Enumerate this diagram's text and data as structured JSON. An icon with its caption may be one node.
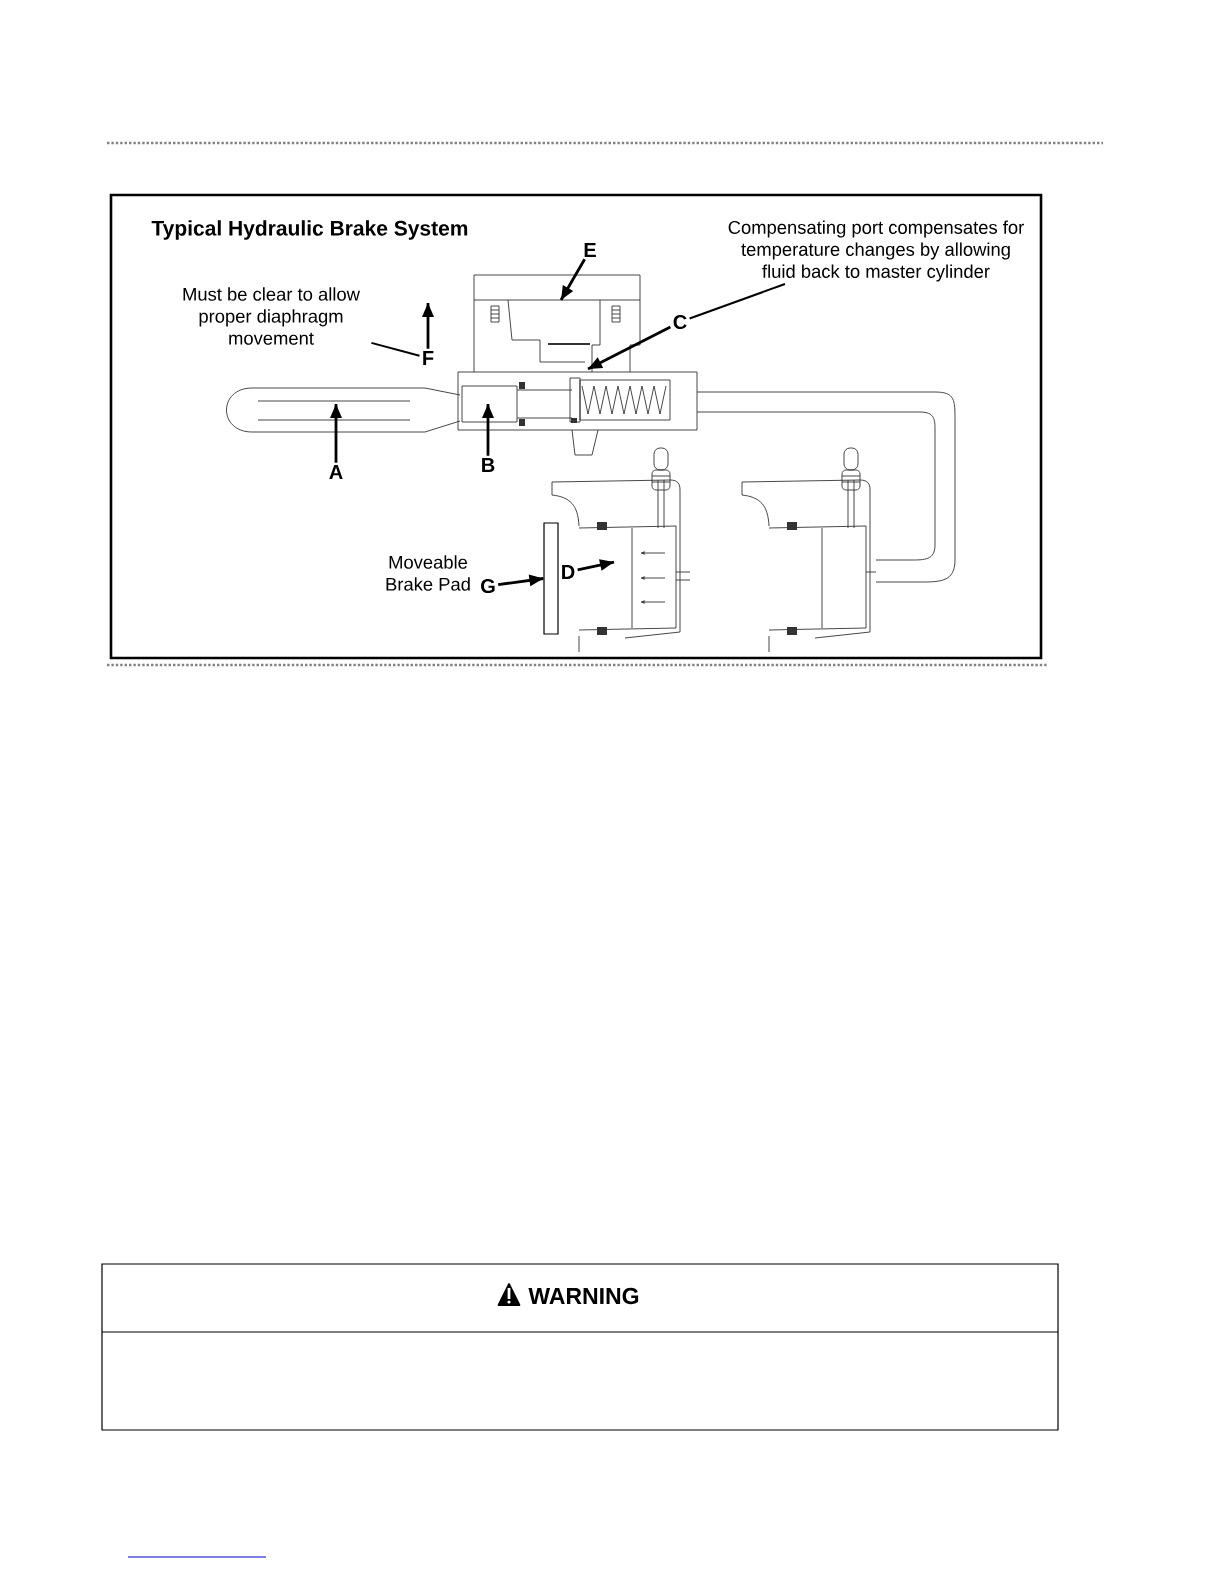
{
  "diagram": {
    "title": "Typical Hydraulic Brake System",
    "nodes": [
      {
        "text": [
          "Must be clear to allow proper diaphragm movement"
        ]
      },
      {
        "text": [
          "F"
        ]
      },
      {
        "text": [
          "E"
        ]
      },
      {
        "text": [
          "Compensating port compensates for temperature changes by allowing fluid back to master cylinder"
        ]
      },
      {
        "text": [
          "C"
        ]
      },
      {
        "text": [
          "A"
        ]
      },
      {
        "text": [
          "B"
        ]
      },
      {
        "text": [
          "Moveable Brake Pad"
        ]
      },
      {
        "text": [
          "G"
        ]
      },
      {
        "text": [
          "D"
        ]
      },
      {
        "text": [
          "WARNING"
        ]
      },
      {
        "text": [],
        "shape": "bar"
      }
    ],
    "edges": [
      {
        "from": 0,
        "to": 1,
        "arrow": "none"
      },
      {
        "from": 1,
        "to": null,
        "arrow": "to"
      },
      {
        "from": 2,
        "to": null,
        "arrow": "to"
      },
      {
        "from": 3,
        "to": 4,
        "arrow": "none"
      },
      {
        "from": 4,
        "to": null,
        "arrow": "to"
      },
      {
        "from": 5,
        "to": null,
        "arrow": "to"
      },
      {
        "from": 6,
        "to": null,
        "arrow": "to"
      },
      {
        "from": 8,
        "to": 11,
        "arrow": "to"
      },
      {
        "from": 9,
        "to": null,
        "arrow": "to"
      }
    ]
  }
}
